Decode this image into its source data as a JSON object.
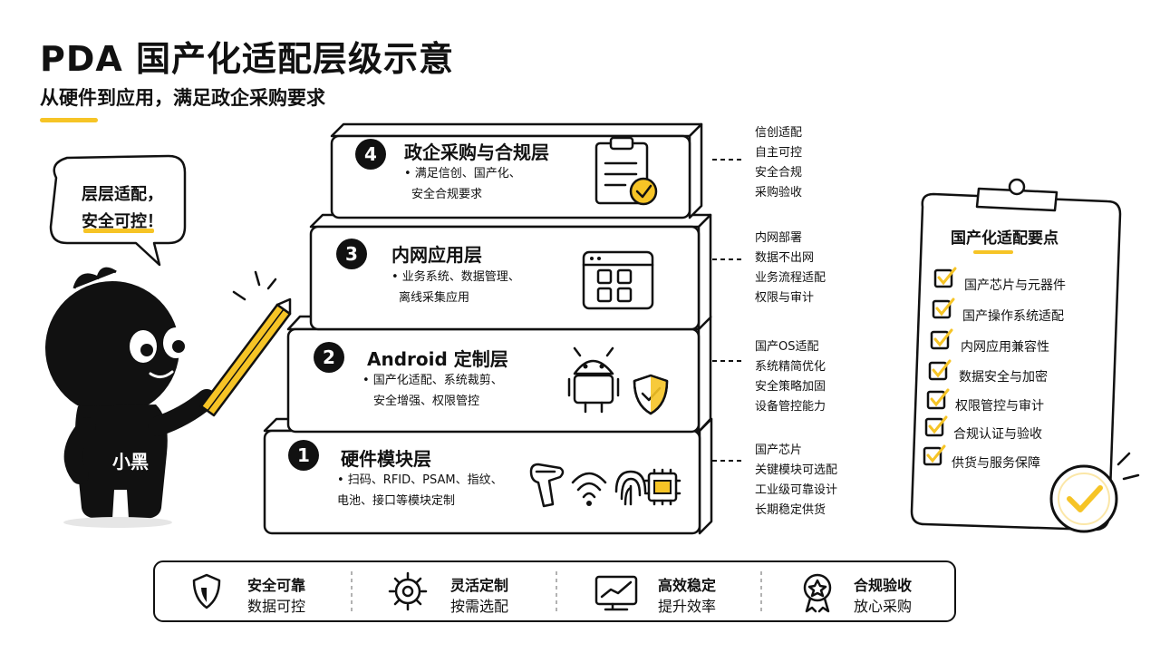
{
  "header": {
    "title": "PDA 国产化适配层级示意",
    "subtitle": "从硬件到应用，满足政企采购要求"
  },
  "colors": {
    "accent": "#F6C426",
    "ink": "#111111"
  },
  "layers": [
    {
      "num": "4",
      "title": "政企采购与合规层",
      "desc": [
        "• 满足信创、国产化、",
        "安全合规要求"
      ],
      "icon": "clipboard-check-icon",
      "side": [
        "信创适配",
        "自主可控",
        "安全合规",
        "采购验收"
      ]
    },
    {
      "num": "3",
      "title": "内网应用层",
      "desc": [
        "• 业务系统、数据管理、",
        "离线采集应用"
      ],
      "icon": "app-window-icon",
      "side": [
        "内网部署",
        "数据不出网",
        "业务流程适配",
        "权限与审计"
      ]
    },
    {
      "num": "2",
      "title": "Android 定制层",
      "desc": [
        "• 国产化适配、系统裁剪、",
        "安全增强、权限管控"
      ],
      "icon": "android-shield-icon",
      "side": [
        "国产OS适配",
        "系统精简优化",
        "安全策略加固",
        "设备管控能力"
      ]
    },
    {
      "num": "1",
      "title": "硬件模块层",
      "desc": [
        "• 扫码、RFID、PSAM、指纹、",
        "电池、接口等模块定制"
      ],
      "icon": "hardware-modules-icon",
      "side": [
        "国产芯片",
        "关键模块可选配",
        "工业级可靠设计",
        "长期稳定供货"
      ]
    }
  ],
  "mascot": {
    "bubble": [
      "层层适配，",
      "安全可控！"
    ],
    "name": "小黑"
  },
  "checklist": {
    "title": "国产化适配要点",
    "items": [
      "国产芯片与元器件",
      "国产操作系统适配",
      "内网应用兼容性",
      "数据安全与加密",
      "权限管控与审计",
      "合规认证与验收",
      "供货与服务保障"
    ]
  },
  "features": [
    {
      "title": "安全可靠",
      "sub": "数据可控",
      "icon": "shield-icon"
    },
    {
      "title": "灵活定制",
      "sub": "按需选配",
      "icon": "gear-icon"
    },
    {
      "title": "高效稳定",
      "sub": "提升效率",
      "icon": "chart-monitor-icon"
    },
    {
      "title": "合规验收",
      "sub": "放心采购",
      "icon": "award-badge-icon"
    }
  ]
}
